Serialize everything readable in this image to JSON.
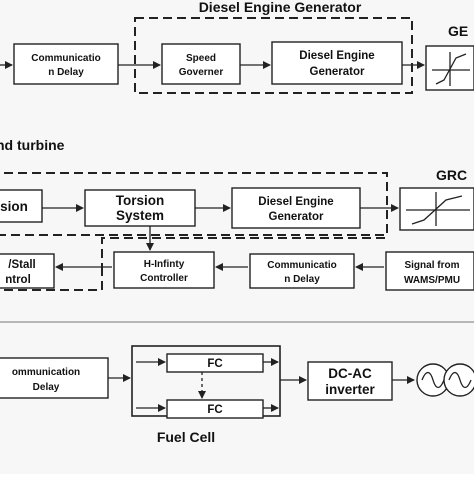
{
  "diagram": {
    "section1": {
      "title": "Diesel Engine Generator",
      "comm_box": [
        "Communicatio",
        "n Delay"
      ],
      "speed_box": [
        "Speed",
        "Governer"
      ],
      "deg_box": [
        "Diesel Engine",
        "Generator"
      ],
      "right_label": "GE"
    },
    "section2": {
      "title": "nd turbine",
      "sion_box": "sion",
      "torsion_box": [
        "Torsion",
        "System"
      ],
      "deg_box": [
        "Diesel Engine",
        "Generator"
      ],
      "right_label": "GRC",
      "stall_box": [
        "/Stall",
        "ntrol"
      ],
      "hinf_box": [
        "H-Infinty",
        "Controller"
      ],
      "comm_box": [
        "Communicatio",
        "n Delay"
      ],
      "signal_box": [
        "Signal from",
        "WAMS/PMU"
      ]
    },
    "section3": {
      "comm_box": [
        "ommunication",
        "Delay"
      ],
      "fc_top": "FC",
      "fc_bottom": "FC",
      "dcac_box": [
        "DC-AC",
        "inverter"
      ],
      "title": "Fuel Cell"
    }
  }
}
